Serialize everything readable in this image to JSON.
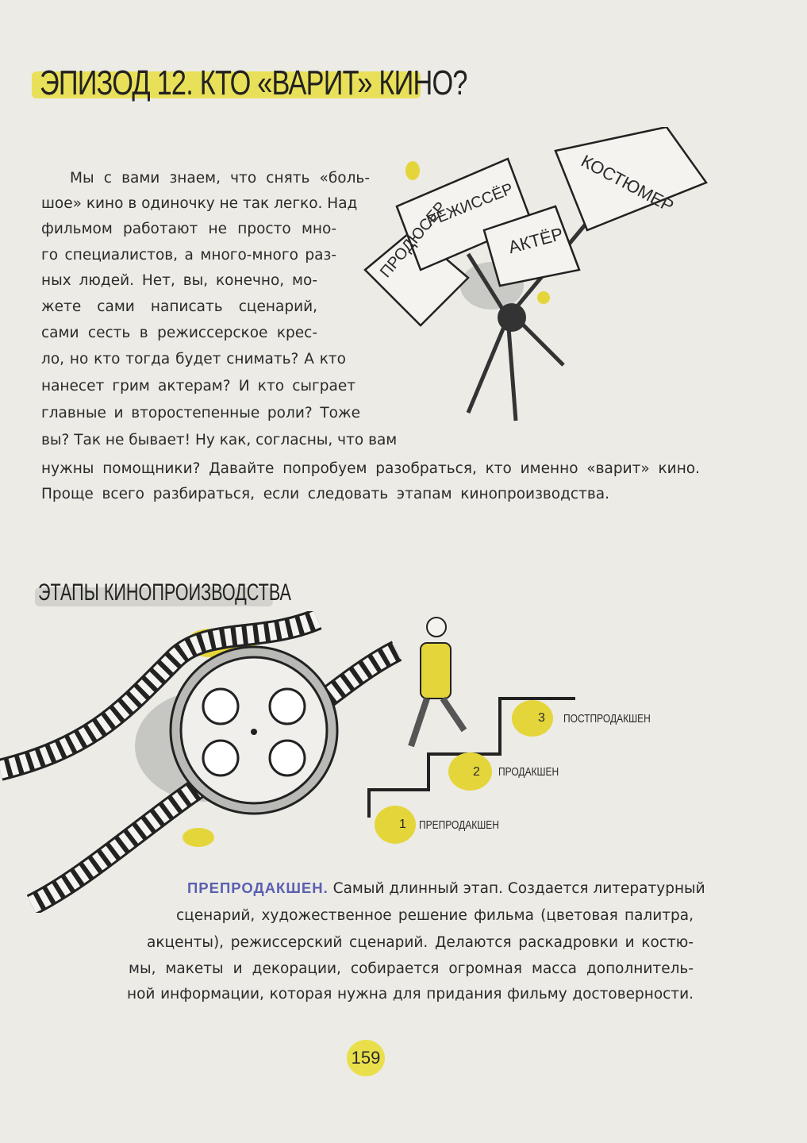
{
  "title": "ЭПИЗОД 12. КТО «ВАРИТ» КИНО?",
  "intro_lines": [
    "Мы с вами знаем, что снять «боль-",
    "шое» кино в одиночку не так легко. Над",
    "фильмом работают не просто мно-",
    "го специалистов, а много-много раз-",
    "ных людей. Нет, вы, конечно, мо-",
    "жете сами написать сценарий,",
    "сами сесть в режиссерское крес-",
    "ло, но кто тогда будет снимать? А кто",
    "нанесет грим актерам? И кто сыграет",
    "главные и второстепенные роли? Тоже",
    "вы? Так не бывает! Ну как, согласны, что вам",
    "нужны помощники? Давайте попробуем разобраться, кто именно «варит» кино.",
    "Проще всего разбираться, если следовать этапам кинопроизводства."
  ],
  "signs": [
    "ПРОДЮСЕР",
    "РЕЖИССЁР",
    "АКТЁР",
    "КОСТЮМЕР"
  ],
  "subtitle": "ЭТАПЫ КИНОПРОИЗВОДСТВА",
  "stages": [
    {
      "num": "3",
      "label": "ПОСТПРОДАКШЕН"
    },
    {
      "num": "2",
      "label": "ПРОДАКШЕН"
    },
    {
      "num": "1",
      "label": "ПРЕПРОДАКШЕН"
    }
  ],
  "preproduction": {
    "lead": "ПРЕПРОДАКШЕН.",
    "first_line": "Самый длинный этап. Создается литературный",
    "lines": [
      "сценарий, художественное решение фильма (цветовая палитра,",
      "акценты), режиссерский сценарий. Делаются раскадровки и костю-",
      "мы, макеты и декорации, собирается огромная масса дополнитель-",
      "ной информации, которая нужна для придания фильму достоверности."
    ]
  },
  "page_number": "159",
  "colors": {
    "accent_yellow": "#e9df4a",
    "lead_blue": "#5b5fb0"
  }
}
